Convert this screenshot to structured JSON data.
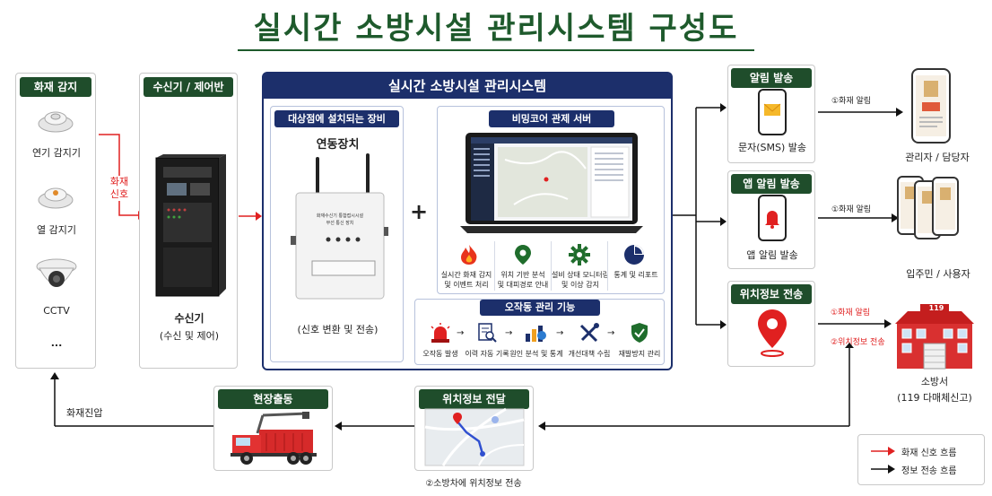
{
  "title": "실시간 소방시설 관리시스템 구성도",
  "detect": {
    "header": "화재 감지",
    "items": [
      "연기 감지기",
      "열 감지기",
      "CCTV",
      "..."
    ]
  },
  "receiver": {
    "header": "수신기 / 제어반",
    "name": "수신기",
    "desc": "(수신 및 제어)"
  },
  "signal_label": "화재\n신호",
  "system": {
    "header": "실시간 소방시설 관리시스템",
    "equip": {
      "header": "대상점에 설치되는 장비",
      "name": "연동장치",
      "device_text": "화재수신기 통합접시시설\n무선 통신 장치",
      "desc": "(신호 변환 및 전송)"
    },
    "plus": "+",
    "server": {
      "header": "비밍코어 관제 서버",
      "features": [
        {
          "icon": "fire-icon",
          "label": "실시간 화재 감지\n및 이벤트 처리"
        },
        {
          "icon": "location-pin-icon",
          "label": "위치 기반 분석\n및 대피경로 안내"
        },
        {
          "icon": "gear-icon",
          "label": "설비 상태 모니터링\n및 이상 감지"
        },
        {
          "icon": "pie-chart-icon",
          "label": "통계 및 리포트"
        }
      ]
    },
    "malfunction": {
      "header": "오작동 관리 기능",
      "steps": [
        {
          "icon": "siren-icon",
          "label": "오작동 발생"
        },
        {
          "icon": "document-search-icon",
          "label": "이력 자동 기록"
        },
        {
          "icon": "bar-chart-icon",
          "label": "원인 분석 및 통계"
        },
        {
          "icon": "tools-icon",
          "label": "개선대책 수립"
        },
        {
          "icon": "shield-check-icon",
          "label": "재발방지 관리"
        }
      ]
    }
  },
  "outputs": [
    {
      "header": "알림 발송",
      "label": "문자(SMS) 발송",
      "icon": "sms-phone-icon"
    },
    {
      "header": "앱 알림 발송",
      "label": "앱 알림 발송",
      "icon": "bell-phone-icon"
    },
    {
      "header": "위치정보 전송",
      "label": "",
      "icon": "map-pin-icon"
    }
  ],
  "flow_labels": {
    "sms": "①화재 알림",
    "app": "①화재 알림",
    "loc1": "①화재 알림",
    "loc2": "②위치정보 전송"
  },
  "recipients": {
    "manager": "관리자 / 담당자",
    "resident": "입주민 / 사용자",
    "station": "소방서",
    "station_sub": "(119 다매체신고)",
    "station_sign": "119"
  },
  "location_transfer": {
    "header": "위치정보 전달",
    "caption": "②소방차에 위치정보 전송"
  },
  "dispatch": {
    "header": "현장출동",
    "entry_label": "화재진압"
  },
  "legend": {
    "fire_signal": "화재 신호 흐름",
    "info_transfer": "정보 전송 흐름"
  },
  "colors": {
    "green_header": "#1f4d2b",
    "navy": "#1c2f6b",
    "fire_red": "#e02020",
    "info_black": "#111111"
  }
}
